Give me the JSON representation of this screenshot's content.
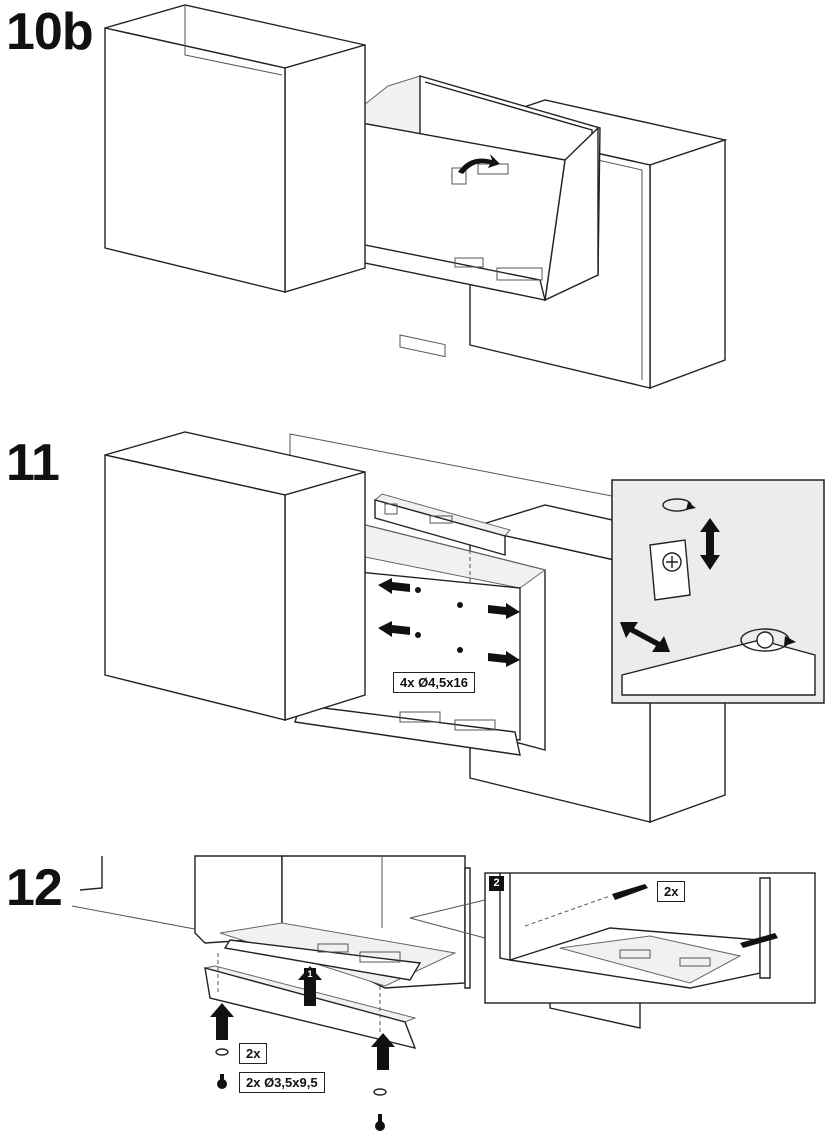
{
  "steps": [
    {
      "label": "10b"
    },
    {
      "label": "11",
      "screw_spec": "4x Ø4,5x16"
    },
    {
      "label": "12",
      "order_1": "1",
      "order_2": "2",
      "screw_count": "2x",
      "screw_spec": "2x Ø3,5x9,5",
      "detail_screw_count": "2x"
    }
  ]
}
